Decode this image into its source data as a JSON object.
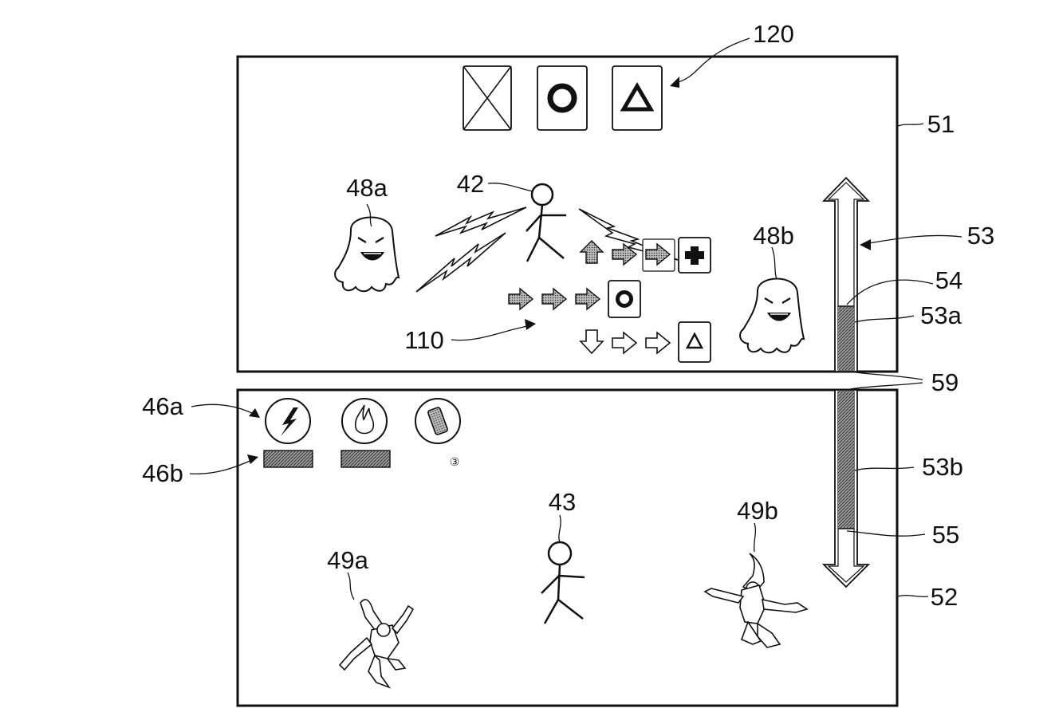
{
  "labels": {
    "cards_ref": "120",
    "upper_screen_ref": "51",
    "lower_screen_ref": "52",
    "player_upper_ref": "42",
    "player_lower_ref": "43",
    "enemy_upper_left_ref": "48a",
    "enemy_upper_right_ref": "48b",
    "enemy_lower_left_ref": "49a",
    "enemy_lower_right_ref": "49b",
    "command_sequence_ref": "110",
    "gauge_ref": "53",
    "gauge_upper_ref": "53a",
    "gauge_lower_ref": "53b",
    "gauge_top_marker_ref": "54",
    "gauge_bottom_marker_ref": "55",
    "screen_boundary_ref": "59",
    "skill_icon_ref": "46a",
    "skill_bar_ref": "46b"
  },
  "icons": {
    "cards": [
      "cross-card-icon",
      "circle-card-icon",
      "triangle-card-icon"
    ],
    "skills": [
      "lightning-icon",
      "fire-icon",
      "item-can-icon"
    ],
    "skill_count": "③",
    "command_rows": [
      [
        "up-arrow-icon",
        "right-arrow-icon",
        "right-arrow-icon",
        "plus-icon"
      ],
      [
        "right-arrow-icon",
        "right-arrow-icon",
        "right-arrow-icon",
        "circle-icon"
      ],
      [
        "down-arrow-icon",
        "right-arrow-icon",
        "right-arrow-icon",
        "triangle-icon"
      ]
    ]
  }
}
